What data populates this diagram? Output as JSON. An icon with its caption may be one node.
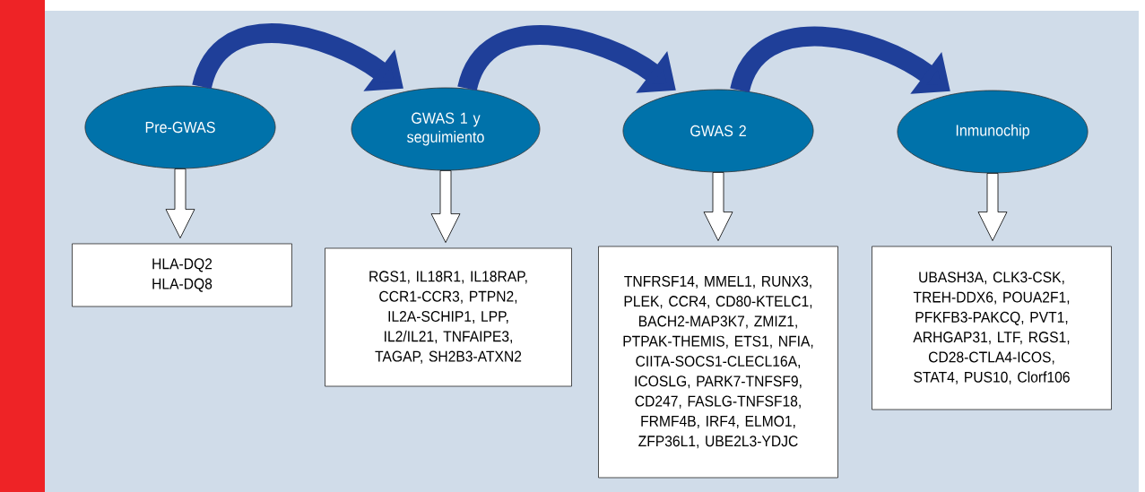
{
  "diagram": {
    "nodes": [
      {
        "text": [
          "Pre-GWAS"
        ]
      },
      {
        "text": [
          "GWAS 1 y seguimiento"
        ]
      },
      {
        "text": [
          "GWAS 2"
        ]
      },
      {
        "text": [
          "Inmunochip"
        ]
      },
      {
        "text": [
          "HLA-DQ2 HLA-DQ8"
        ]
      },
      {
        "text": [
          "RGS1, IL18R1, IL18RAP, CCR1-CCR3, PTPN2, IL2A-SCHIP1, LPP, IL2/IL21, TNFAIPE3, TAGAP, SH2B3-ATXN2"
        ]
      },
      {
        "text": [
          "TNFRSF14, MMEL1, RUNX3, PLEK, CCR4, CD80-KTELC1, BACH2-MAP3K7, ZMIZ1, PTPAK-THEMIS, ETS1, NFIA, CIITA-SOCS1-CLECL16A, ICOSLG, PARK7-TNFSF9, CD247, FASLG-TNFSF18, FRMF4B, IRF4, ELMO1, ZFP36L1, UBE2L3-YDJC"
        ]
      },
      {
        "text": [
          "UBASH3A, CLK3-CSK, TREH-DDX6, POUA2F1, PFKFB3-PAKCQ, PVT1, ARHGAP31, LTF, RGS1, CD28-CTLA4-ICOS, STAT4, PUS10, Clorf106"
        ]
      }
    ],
    "edges": [
      {
        "from": 0,
        "to": 1,
        "arrow": "to",
        "color": "#1f3f99"
      },
      {
        "from": 1,
        "to": 2,
        "arrow": "to",
        "color": "#1f3f99"
      },
      {
        "from": 2,
        "to": 3,
        "arrow": "to",
        "color": "#1f3f99"
      },
      {
        "from": 0,
        "to": 4,
        "arrow": "to"
      },
      {
        "from": 1,
        "to": 5,
        "arrow": "to"
      },
      {
        "from": 2,
        "to": 6,
        "arrow": "to"
      },
      {
        "from": 3,
        "to": 7,
        "arrow": "to"
      }
    ]
  }
}
